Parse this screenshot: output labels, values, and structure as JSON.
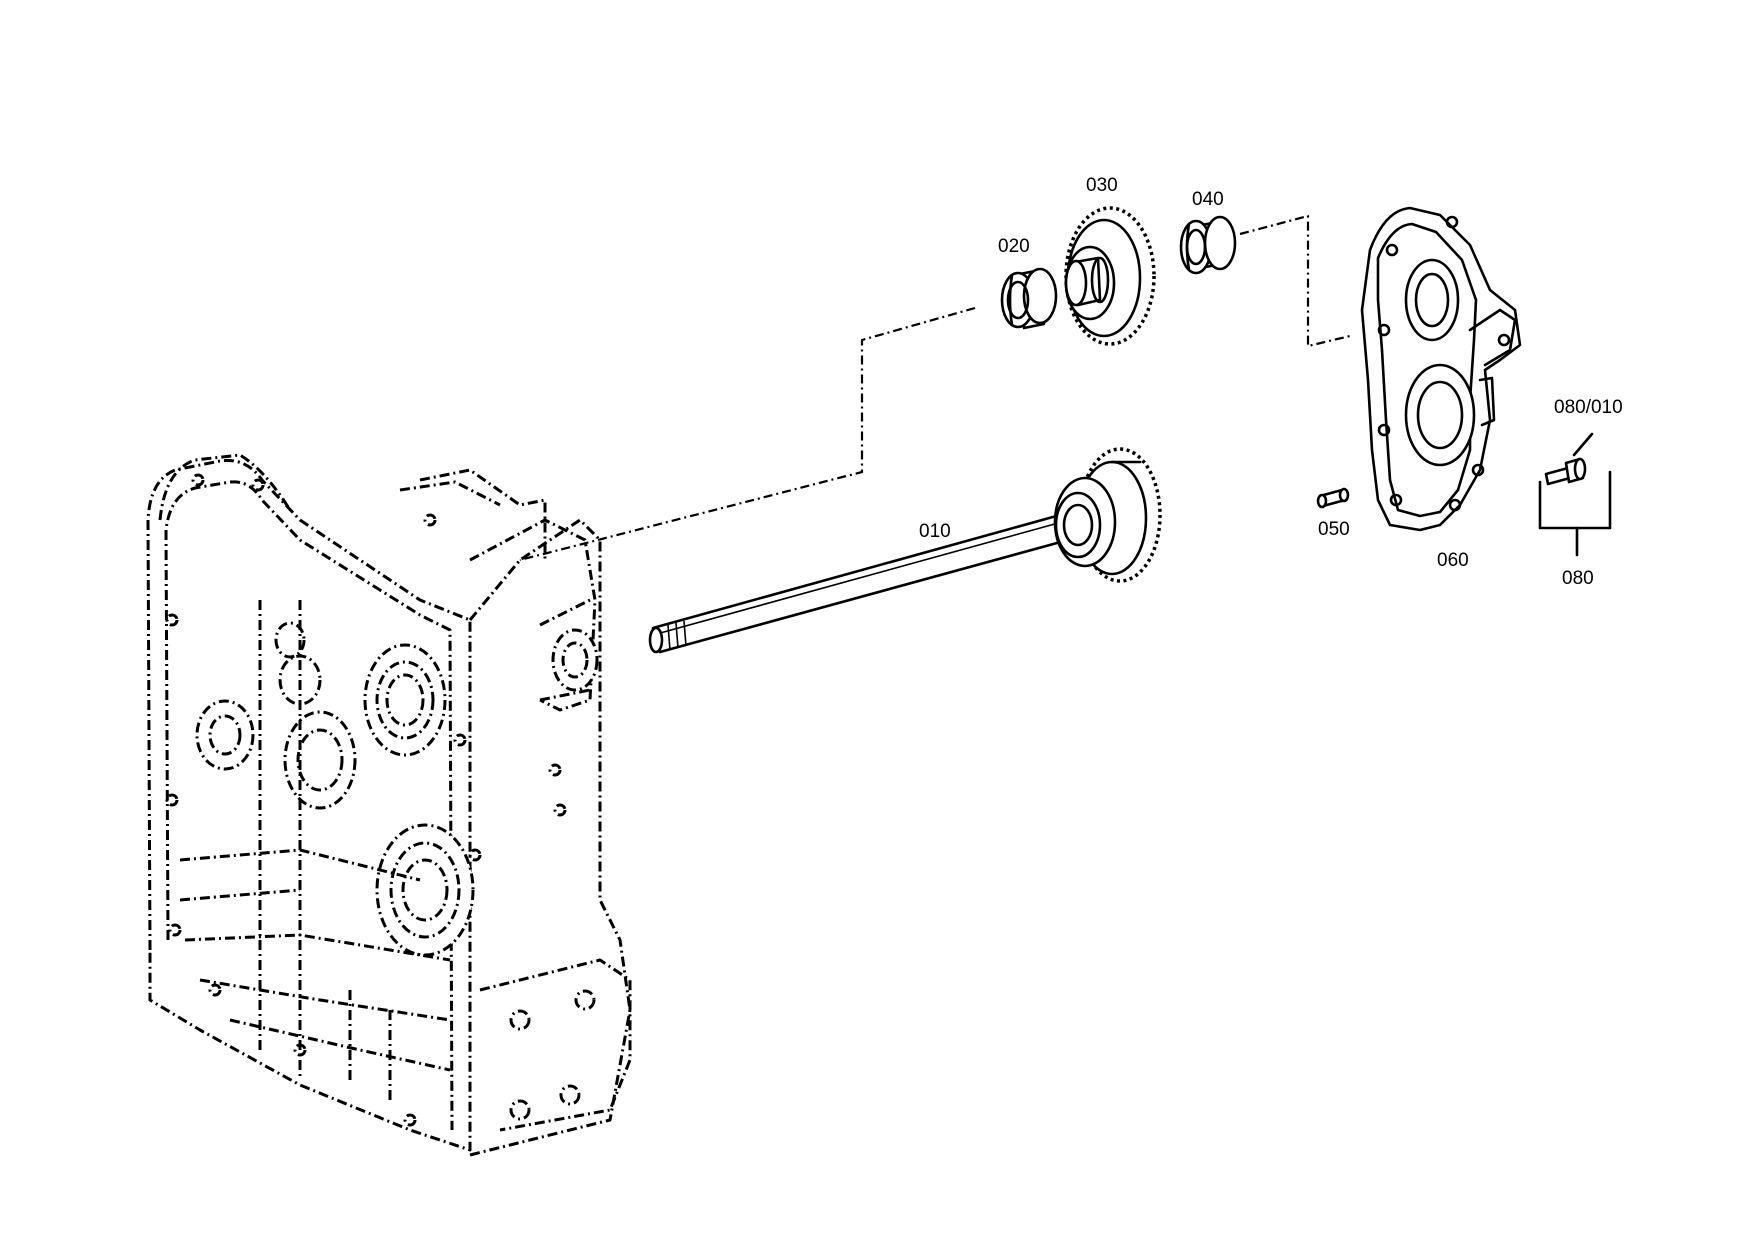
{
  "parts": [
    {
      "id": "010",
      "label": "010"
    },
    {
      "id": "020",
      "label": "020"
    },
    {
      "id": "030",
      "label": "030"
    },
    {
      "id": "040",
      "label": "040"
    },
    {
      "id": "050",
      "label": "050"
    },
    {
      "id": "060",
      "label": "060"
    },
    {
      "id": "080",
      "label": "080"
    },
    {
      "id": "080-010",
      "label": "080/010"
    }
  ],
  "colors": {
    "line": "#000000",
    "background": "#ffffff"
  }
}
